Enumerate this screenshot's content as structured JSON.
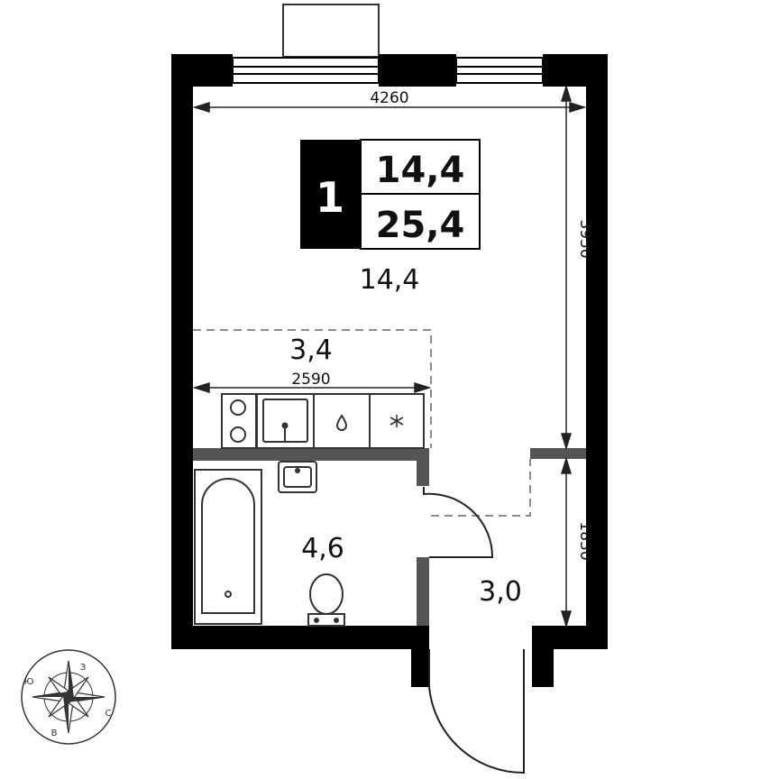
{
  "badge": {
    "rooms": "1",
    "living_area": "14,4",
    "total_area": "25,4"
  },
  "rooms": {
    "living_room": "14,4",
    "kitchen": "3,4",
    "bathroom": "4,6",
    "hallway": "3,0"
  },
  "dimensions": {
    "width_total": "4260",
    "kitchen_width": "2590",
    "height_living": "3950",
    "height_hall": "1830"
  },
  "compass": {
    "north": "З",
    "east": "С",
    "south": "В",
    "west": "Ю"
  },
  "colors": {
    "wall": "#000000",
    "partition": "#555555",
    "line": "#222222",
    "background": "#ffffff"
  }
}
